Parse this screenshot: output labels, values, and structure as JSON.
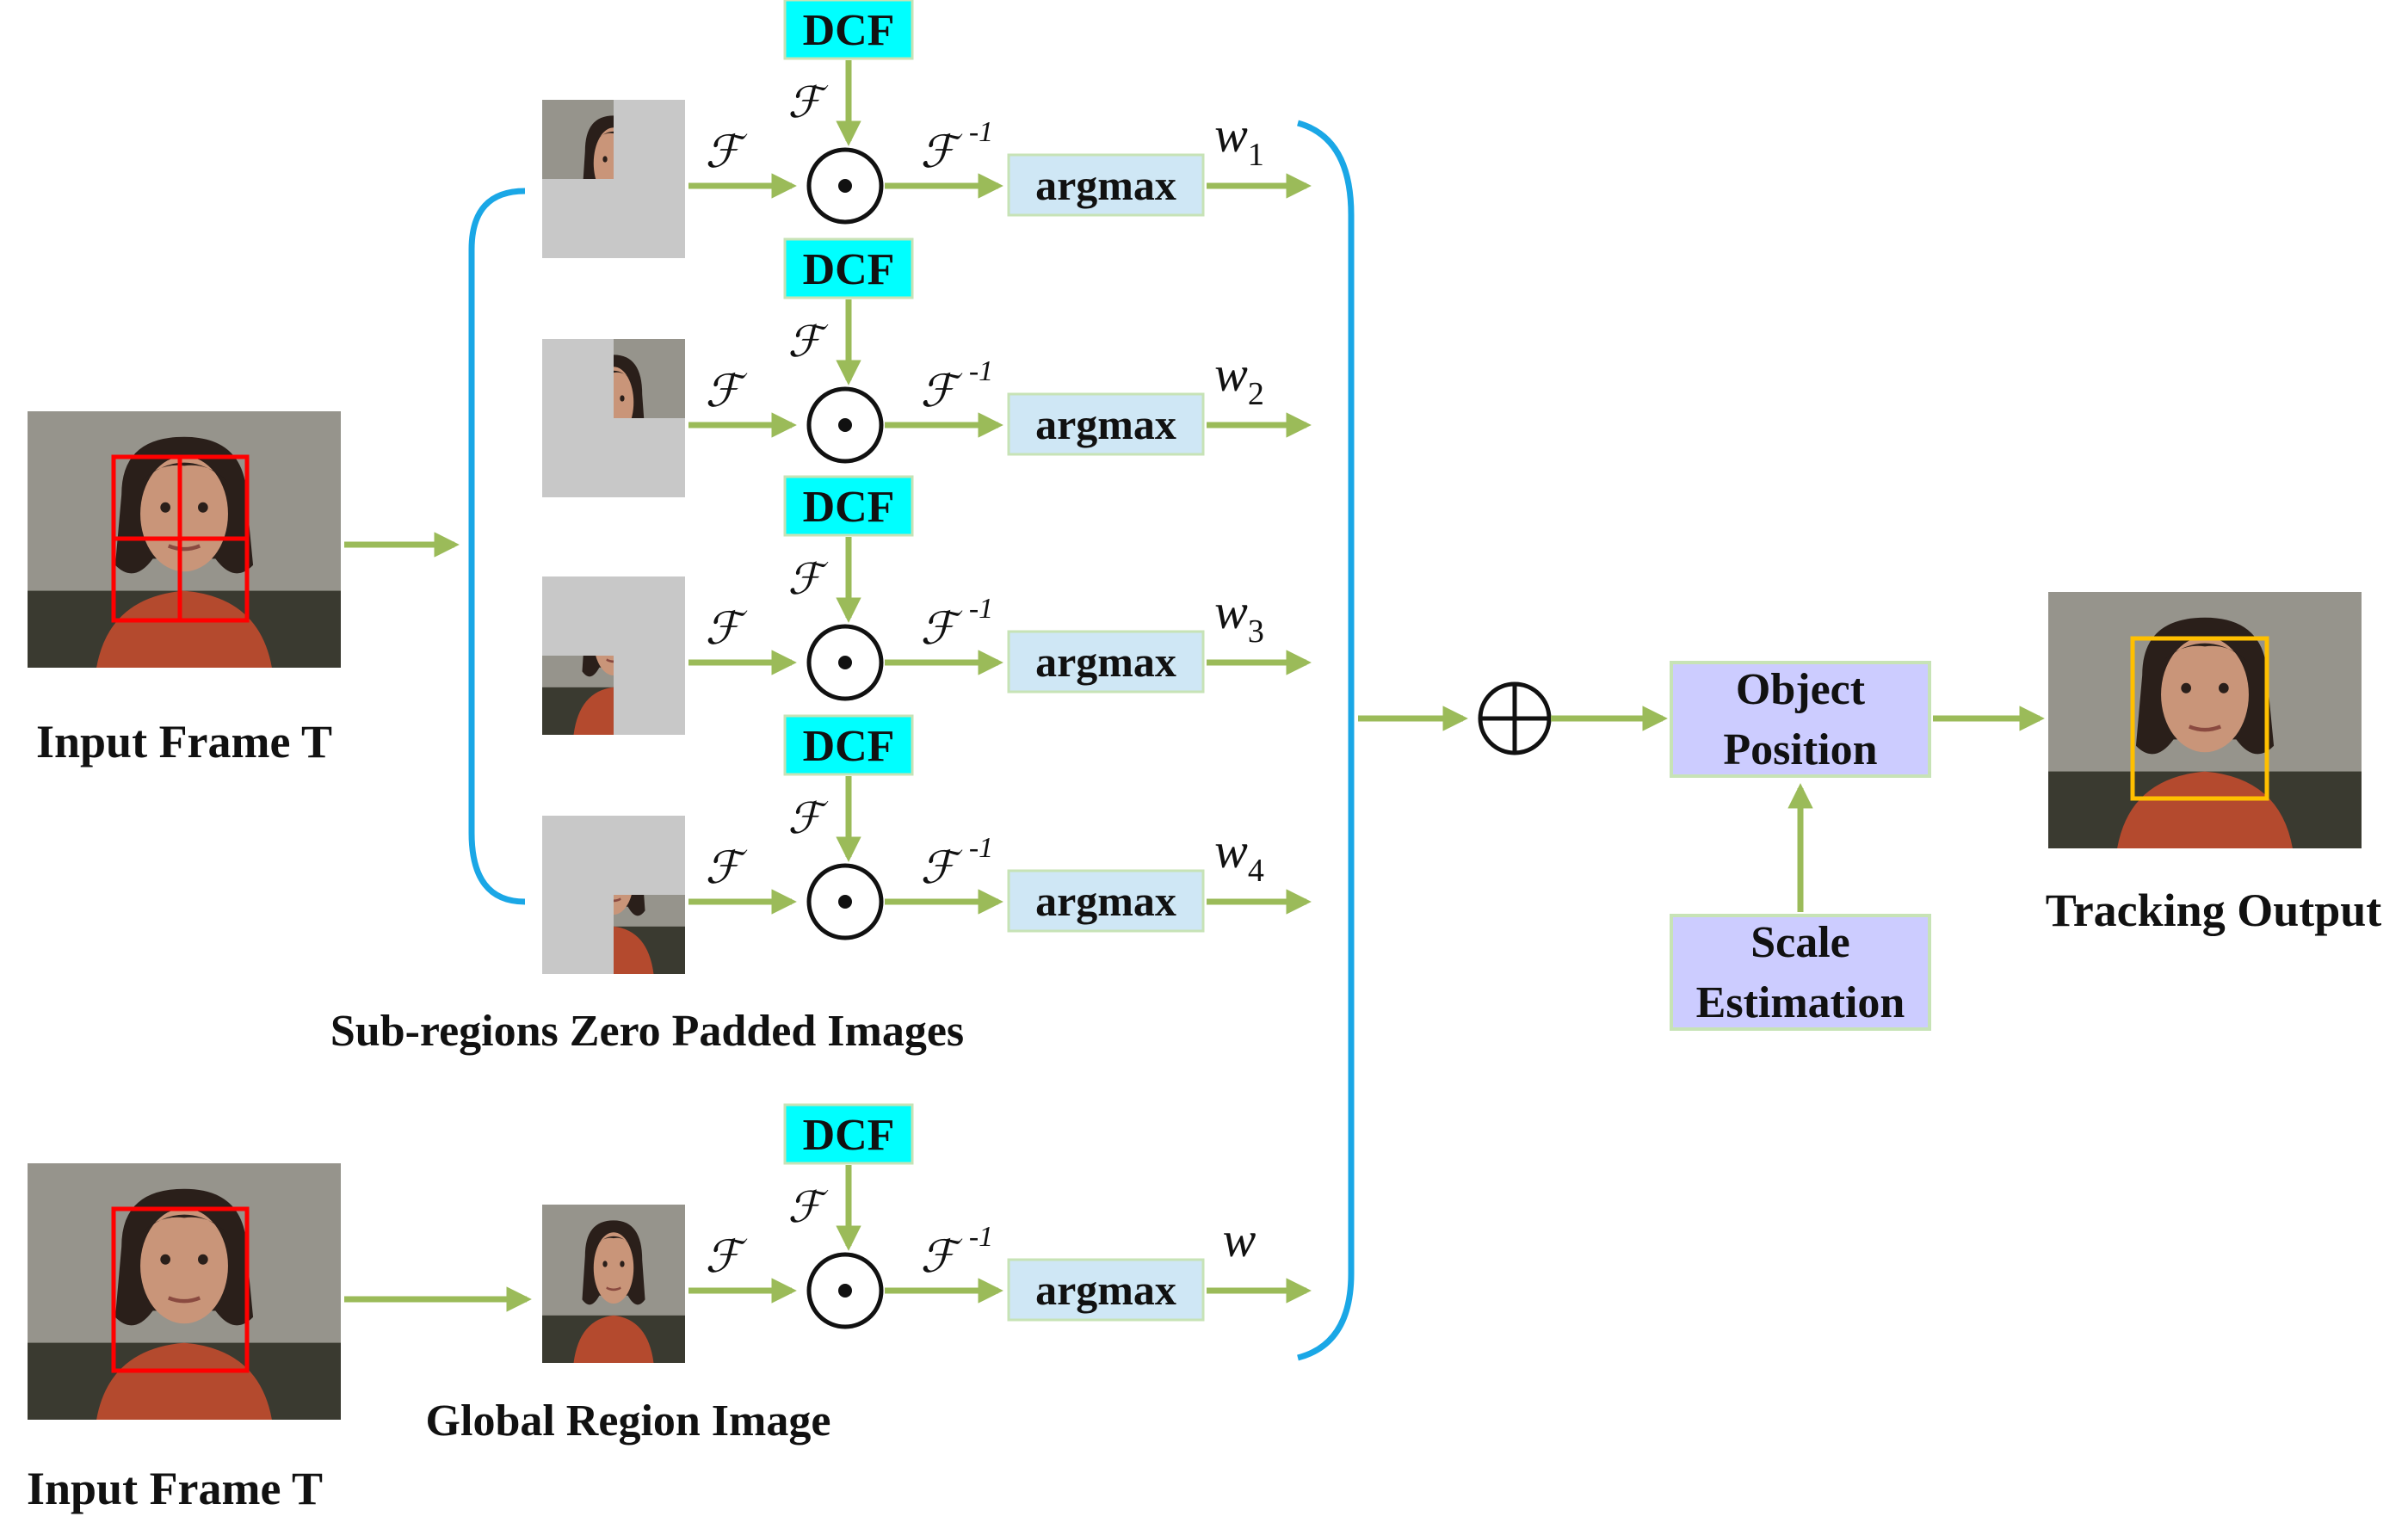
{
  "labels": {
    "input_frame_top": "Input Frame T",
    "input_frame_bottom": "Input Frame T",
    "subregions_caption": "Sub-regions Zero Padded Images",
    "global_caption": "Global Region Image",
    "tracking_output": "Tracking Output"
  },
  "branches": [
    {
      "dcf": "DCF",
      "fft": "ℱ",
      "fft_in": "ℱ",
      "ifft": "ℱ",
      "ifft_exp": "-1",
      "op": "argmax",
      "weight": "w",
      "weight_sub": "1",
      "patch": "top-left"
    },
    {
      "dcf": "DCF",
      "fft": "ℱ",
      "fft_in": "ℱ",
      "ifft": "ℱ",
      "ifft_exp": "-1",
      "op": "argmax",
      "weight": "w",
      "weight_sub": "2",
      "patch": "top-right"
    },
    {
      "dcf": "DCF",
      "fft": "ℱ",
      "fft_in": "ℱ",
      "ifft": "ℱ",
      "ifft_exp": "-1",
      "op": "argmax",
      "weight": "w",
      "weight_sub": "3",
      "patch": "bottom-left"
    },
    {
      "dcf": "DCF",
      "fft": "ℱ",
      "fft_in": "ℱ",
      "ifft": "ℱ",
      "ifft_exp": "-1",
      "op": "argmax",
      "weight": "w",
      "weight_sub": "4",
      "patch": "bottom-right"
    },
    {
      "dcf": "DCF",
      "fft": "ℱ",
      "fft_in": "ℱ",
      "ifft": "ℱ",
      "ifft_exp": "-1",
      "op": "argmax",
      "weight": "w",
      "weight_sub": "",
      "patch": "global"
    }
  ],
  "object_position": {
    "line1": "Object",
    "line2": "Position"
  },
  "scale_estimation": {
    "line1": "Scale",
    "line2": "Estimation"
  },
  "symbols": {
    "product": "⊙",
    "sum": "⊕"
  },
  "colors": {
    "arrow": "#9bbb59",
    "dcf_fill": "#00ffff",
    "argmax_fill": "#cfe7f5",
    "box_fill": "#ccccff",
    "bracket": "#1aa7e6",
    "grid_red": "#ff0000",
    "output_box": "#ffc000",
    "pad_gray": "#c8c8c8"
  }
}
